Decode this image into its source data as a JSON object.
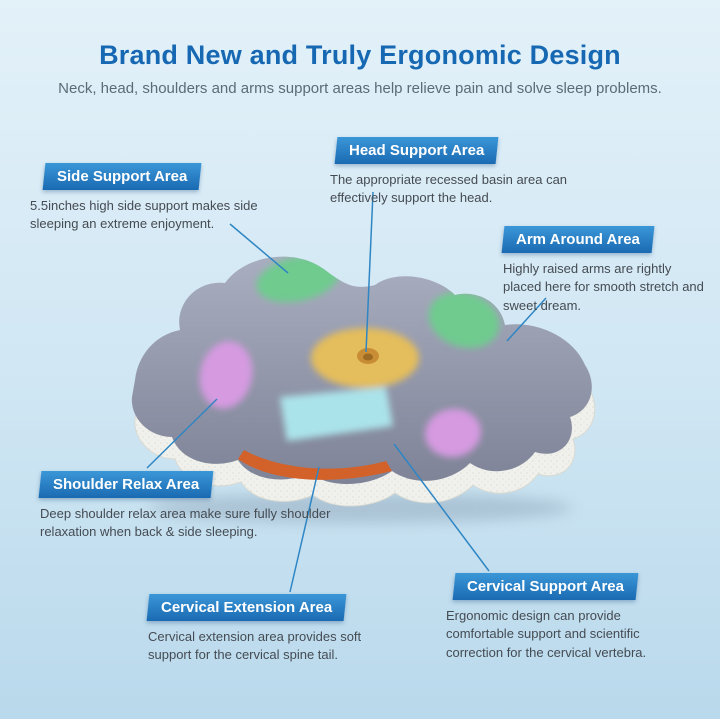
{
  "header": {
    "title": "Brand New and Truly Ergonomic Design",
    "subtitle": "Neck, head, shoulders and arms support areas help relieve pain and solve sleep problems."
  },
  "callouts": {
    "side_support": {
      "label": "Side Support Area",
      "description": "5.5inches high side support makes side sleeping an extreme enjoyment."
    },
    "head_support": {
      "label": "Head Support Area",
      "description": "The appropriate recessed basin area can effectively support the head."
    },
    "arm_around": {
      "label": "Arm Around Area",
      "description": "Highly raised arms are rightly placed here for smooth stretch and sweet dream."
    },
    "shoulder_relax": {
      "label": "Shoulder Relax Area",
      "description": "Deep shoulder relax area make sure fully shoulder relaxation when back & side sleeping."
    },
    "cervical_extension": {
      "label": "Cervical Extension Area",
      "description": "Cervical extension area provides soft support for the cervical spine tail."
    },
    "cervical_support": {
      "label": "Cervical Support Area",
      "description": "Ergonomic design can provide comfortable support and scientific correction for the cervical vertebra."
    }
  },
  "colors": {
    "bg_top": "#e3f1f9",
    "bg_mid": "#cfe6f3",
    "bg_bottom": "#b9d9ec",
    "title_blue": "#1768b3",
    "subtitle_gray": "#5b6b77",
    "ribbon_blue_light": "#3b97d8",
    "ribbon_blue_dark": "#1a6ab2",
    "line_blue": "#2f86c4",
    "desc_gray": "#454b52",
    "zone_green": "#6fcb8f",
    "zone_yellow": "#e4bd5c",
    "zone_pink": "#d59ae0",
    "zone_cyan": "#abe3ea",
    "zone_orange": "#d2622a"
  }
}
